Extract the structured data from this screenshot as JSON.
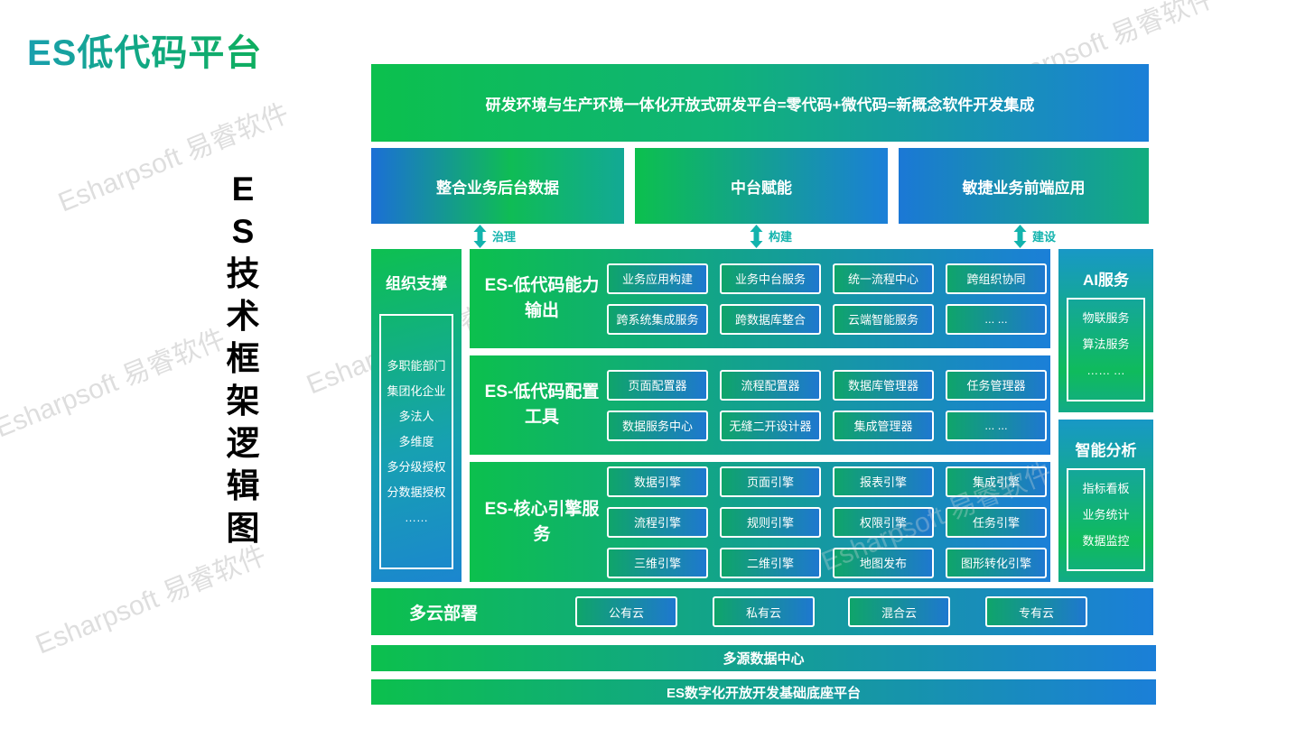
{
  "page": {
    "title": "ES低代码平台",
    "vertical_title": "ES技术框架逻辑图",
    "watermark": "Esharpsoft 易睿软件"
  },
  "banner": {
    "text": "研发环境与生产环境一体化开放式研发平台=零代码+微代码=新概念软件开发集成"
  },
  "top_boxes": [
    {
      "label": "整合业务后台数据"
    },
    {
      "label": "中台赋能"
    },
    {
      "label": "敏捷业务前端应用"
    }
  ],
  "arrows": [
    {
      "label": "治理"
    },
    {
      "label": "构建"
    },
    {
      "label": "建设"
    }
  ],
  "left_panel": {
    "title": "组织支撑",
    "items": [
      "多职能部门",
      "集团化企业",
      "多法人",
      "多维度",
      "多分级授权",
      "分数据授权",
      "……"
    ]
  },
  "sections": [
    {
      "title": "ES-低代码能力输出",
      "rows": [
        [
          "业务应用构建",
          "业务中台服务",
          "统一流程中心",
          "跨组织协同"
        ],
        [
          "跨系统集成服务",
          "跨数据库整合",
          "云端智能服务",
          "... ..."
        ]
      ]
    },
    {
      "title": "ES-低代码配置工具",
      "rows": [
        [
          "页面配置器",
          "流程配置器",
          "数据库管理器",
          "任务管理器"
        ],
        [
          "数据服务中心",
          "无缝二开设计器",
          "集成管理器",
          "... ..."
        ]
      ]
    },
    {
      "title": "ES-核心引擎服务",
      "rows": [
        [
          "数据引擎",
          "页面引擎",
          "报表引擎",
          "集成引擎"
        ],
        [
          "流程引擎",
          "规则引擎",
          "权限引擎",
          "任务引擎"
        ],
        [
          "三维引擎",
          "二维引擎",
          "地图发布",
          "图形转化引擎"
        ]
      ]
    }
  ],
  "right_panels": [
    {
      "title": "AI服务",
      "items": [
        "物联服务",
        "算法服务",
        "…… …"
      ]
    },
    {
      "title": "智能分析",
      "items": [
        "指标看板",
        "业务统计",
        "数据监控",
        "…… …"
      ]
    }
  ],
  "cloud_row": {
    "title": "多云部署",
    "items": [
      "公有云",
      "私有云",
      "混合云",
      "专有云"
    ]
  },
  "bottom_bars": [
    {
      "label": "多源数据中心"
    },
    {
      "label": "ES数字化开放开发基础底座平台"
    }
  ]
}
